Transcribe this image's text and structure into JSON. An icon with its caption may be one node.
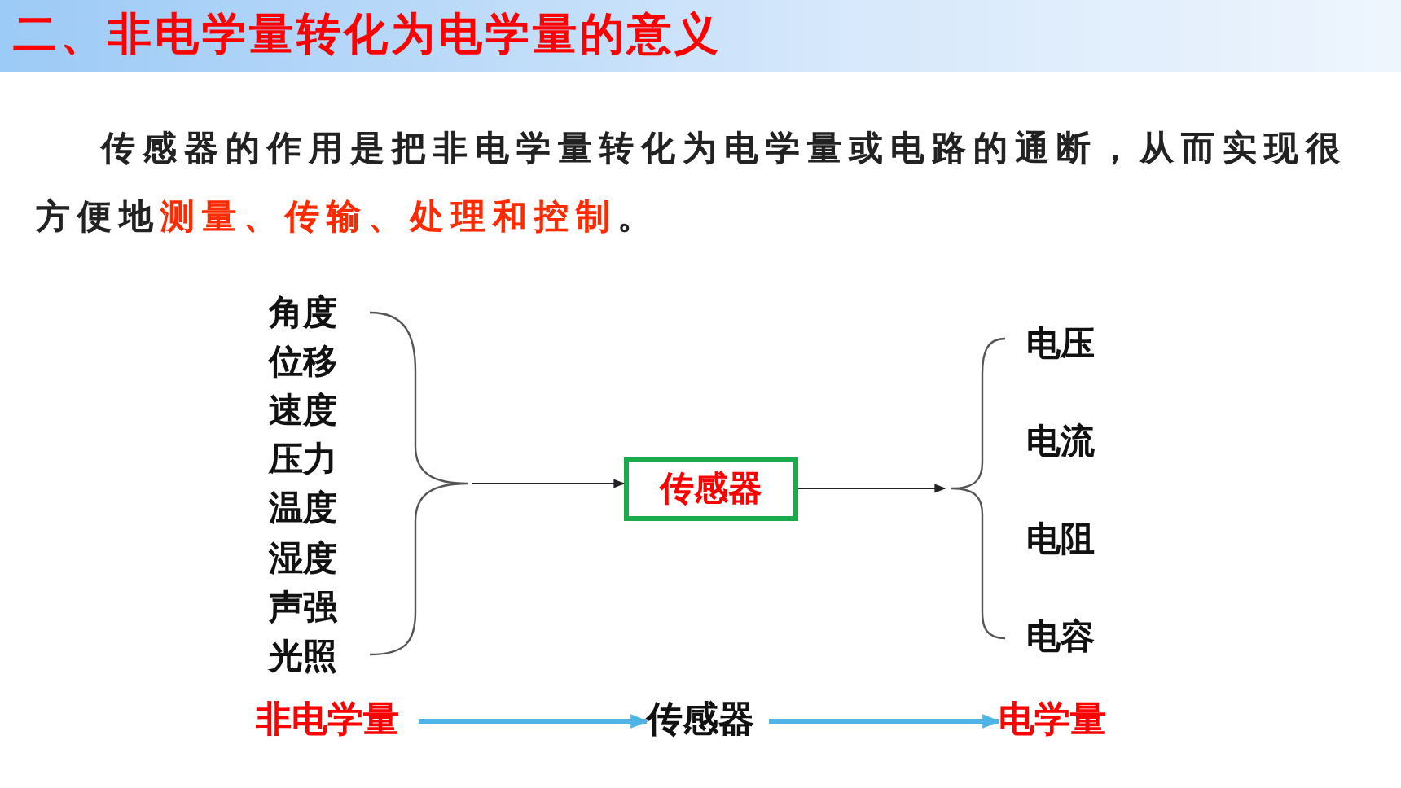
{
  "diagram": {
    "title": "二、非电学量转化为电学量的意义",
    "nodes": [
      {
        "text": [
          "角度",
          "位移",
          "速度",
          "压力",
          "温度",
          "湿度",
          "声强",
          "光照"
        ]
      },
      {
        "text": [
          "传感器"
        ]
      },
      {
        "text": [
          "电压",
          "电流",
          "电阻",
          "电容"
        ]
      },
      {
        "text": [
          "非电学量"
        ]
      },
      {
        "text": [
          "传感器"
        ]
      },
      {
        "text": [
          "电学量"
        ]
      }
    ],
    "edges": [
      {
        "from": 0,
        "to": 1,
        "arrow": "to"
      },
      {
        "from": 1,
        "to": 2,
        "arrow": "to"
      },
      {
        "from": 3,
        "to": 4,
        "arrow": "to",
        "style": "thick",
        "color": "#4fb3e8"
      },
      {
        "from": 4,
        "to": 5,
        "arrow": "to",
        "style": "thick",
        "color": "#4fb3e8"
      }
    ],
    "labels": [
      "传感器的作用是把非电学量转化为电学量或电路的通断，从而实现很方便地**测量、传输、处理和控制**。"
    ]
  }
}
